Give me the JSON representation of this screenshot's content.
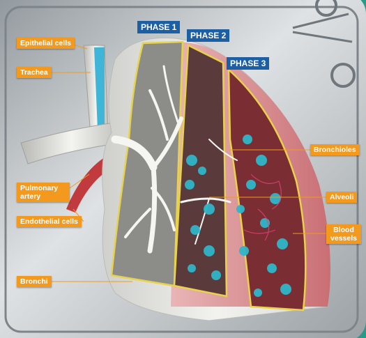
{
  "phases": [
    "PHASE 1",
    "PHASE 2",
    "PHASE 3"
  ],
  "left_labels": {
    "epithelial": "Epithelial cells",
    "trachea": "Trachea",
    "pulmonary_1": "Pulmonary",
    "pulmonary_2": "artery",
    "endothelial": "Endothelial cells",
    "bronchi": "Bronchi"
  },
  "right_labels": {
    "bronchioles": "Bronchioles",
    "alveoli": "Alveoli",
    "blood_1": "Blood",
    "blood_2": "vessels"
  },
  "colors": {
    "label_bg": "#f39a1e",
    "phase_bg": "#1d5fa4",
    "backdrop": "#2a9a88",
    "tray": "#c9cdd0",
    "lung_outer": "#e7e6e2",
    "lung_pink": "#d98f93",
    "lung_red": "#c9555c",
    "alveoli": "#2fb6c8"
  }
}
